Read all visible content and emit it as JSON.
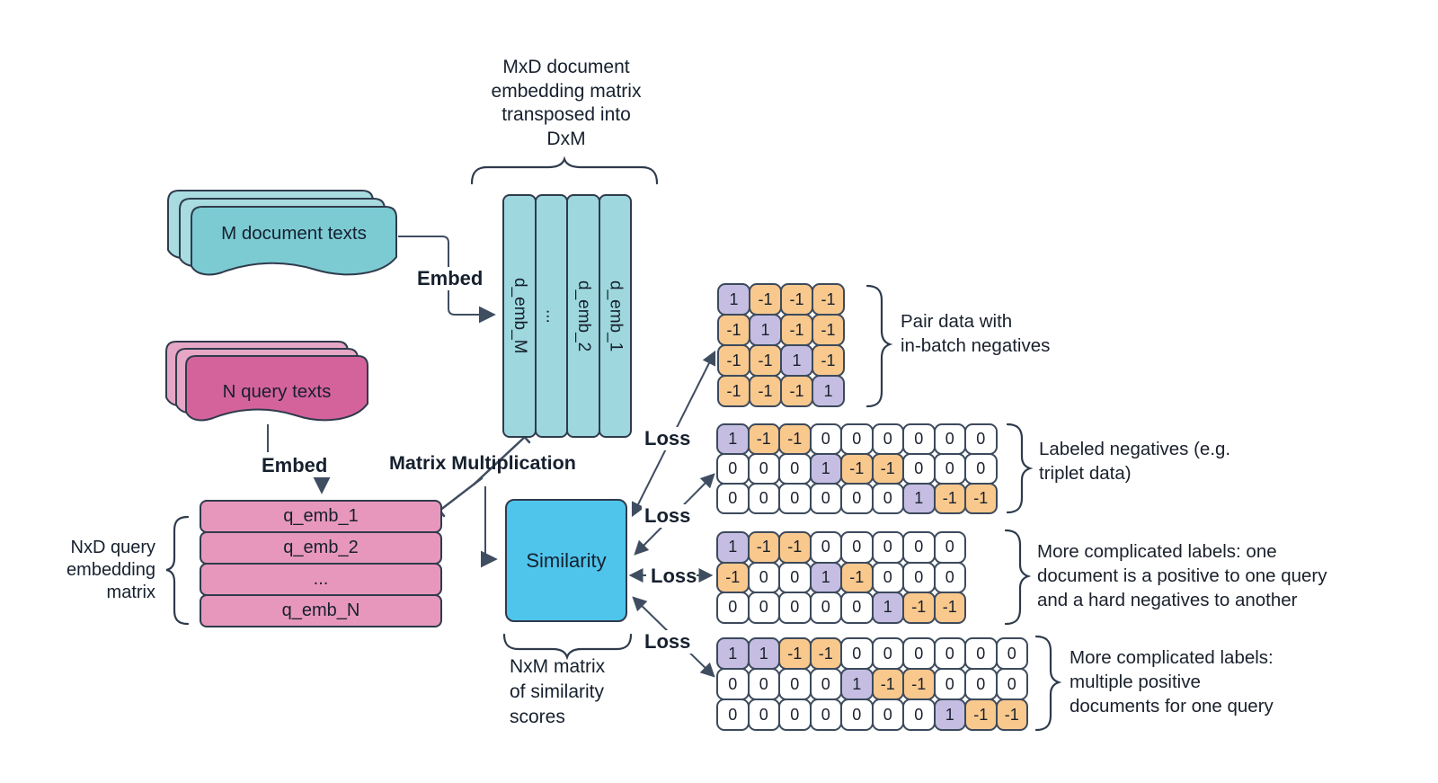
{
  "diagram": {
    "doc_stack": {
      "label": "M document texts"
    },
    "query_stack": {
      "label": "N query texts"
    },
    "embed_labels": [
      "Embed",
      "Embed"
    ],
    "matrix_multiplication_label": "Matrix Multiplication",
    "doc_matrix": {
      "caption_lines": [
        "MxD document",
        "embedding matrix",
        "transposed into",
        "DxM"
      ],
      "columns": [
        "d_emb_M",
        "...",
        "d_emb_2",
        "d_emb_1"
      ]
    },
    "query_matrix": {
      "label_lines": [
        "NxD query",
        "embedding",
        "matrix"
      ],
      "rows": [
        "q_emb_1",
        "q_emb_2",
        "...",
        "q_emb_N"
      ]
    },
    "similarity_box": {
      "label": "Similarity",
      "caption_lines": [
        "NxM matrix",
        "of similarity",
        "scores"
      ]
    },
    "loss_labels": [
      "Loss",
      "Loss",
      "Loss",
      "Loss"
    ],
    "label_matrices": [
      {
        "caption_lines": [
          "Pair data with",
          "in-batch negatives"
        ],
        "rows": [
          [
            "1",
            "-1",
            "-1",
            "-1"
          ],
          [
            "-1",
            "1",
            "-1",
            "-1"
          ],
          [
            "-1",
            "-1",
            "1",
            "-1"
          ],
          [
            "-1",
            "-1",
            "-1",
            "1"
          ]
        ]
      },
      {
        "caption_lines": [
          "Labeled negatives (e.g.",
          "triplet data)"
        ],
        "rows": [
          [
            "1",
            "-1",
            "-1",
            "0",
            "0",
            "0",
            "0",
            "0",
            "0"
          ],
          [
            "0",
            "0",
            "0",
            "1",
            "-1",
            "-1",
            "0",
            "0",
            "0"
          ],
          [
            "0",
            "0",
            "0",
            "0",
            "0",
            "0",
            "1",
            "-1",
            "-1"
          ]
        ]
      },
      {
        "caption_lines": [
          "More complicated labels: one",
          "document is a positive to one query",
          "and a hard negatives to another"
        ],
        "rows": [
          [
            "1",
            "-1",
            "-1",
            "0",
            "0",
            "0",
            "0",
            "0"
          ],
          [
            "-1",
            "0",
            "0",
            "1",
            "-1",
            "0",
            "0",
            "0"
          ],
          [
            "0",
            "0",
            "0",
            "0",
            "0",
            "1",
            "-1",
            "-1"
          ]
        ]
      },
      {
        "caption_lines": [
          "More complicated labels:",
          "multiple positive",
          "documents for one query"
        ],
        "rows": [
          [
            "1",
            "1",
            "-1",
            "-1",
            "0",
            "0",
            "0",
            "0",
            "0",
            "0"
          ],
          [
            "0",
            "0",
            "0",
            "0",
            "1",
            "-1",
            "-1",
            "0",
            "0",
            "0"
          ],
          [
            "0",
            "0",
            "0",
            "0",
            "0",
            "0",
            "0",
            "1",
            "-1",
            "-1"
          ]
        ]
      }
    ],
    "colors": {
      "doc_teal_front": "#7ccbd3",
      "doc_teal_back": "#a8dce1",
      "query_pink_front": "#d4639c",
      "query_pink_back": "#e6a6c5",
      "embedding_teal": "#9ed8de",
      "embedding_pink": "#e897bc",
      "similarity_blue": "#4fc5ec",
      "positive_cell": "#c5bee2",
      "negative_cell": "#f8c88d",
      "zero_cell": "#ffffff",
      "line": "#3f4d61",
      "cell_border": "#3c4a5c"
    }
  }
}
